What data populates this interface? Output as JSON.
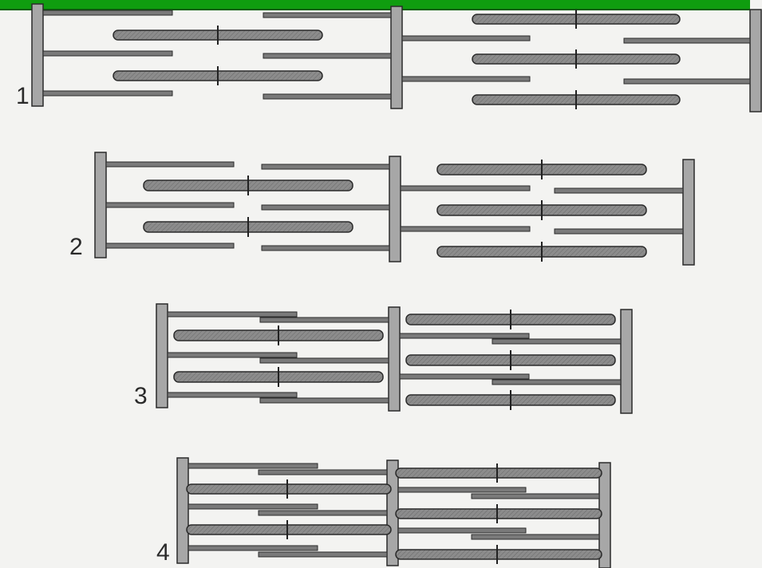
{
  "header": {
    "bar_color": "#0f9d0f"
  },
  "diagram": {
    "stage_labels": [
      "1",
      "2",
      "3",
      "4"
    ],
    "colors": {
      "background": "#f3f3f1",
      "z_disc": "#a7a7a7",
      "thick_filament": "#5a5a5a",
      "thin_filament": "#7a7a7a",
      "outline": "#2b2b2b"
    }
  }
}
